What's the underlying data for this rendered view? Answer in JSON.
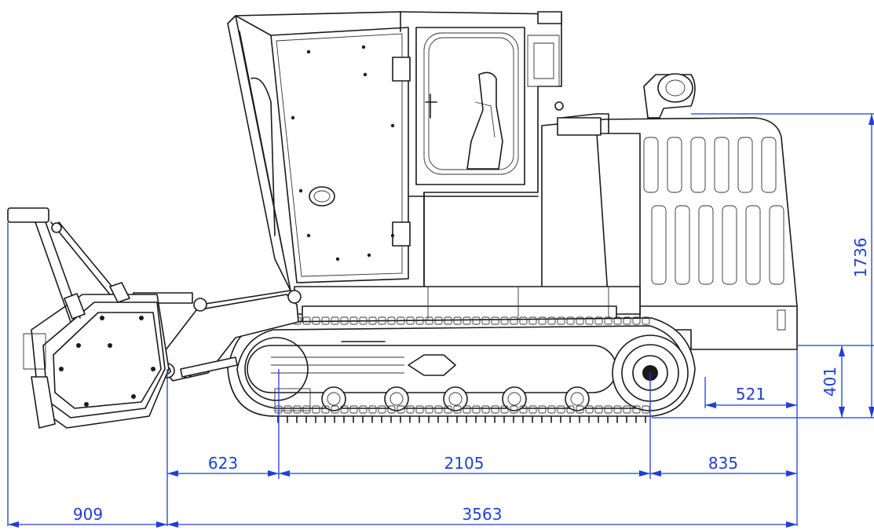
{
  "dimensions": {
    "bottom_left": "909",
    "bottom_overall": "3563",
    "mid_front": "623",
    "mid_wheelbase": "2105",
    "mid_rear": "835",
    "sprocket_offset": "521",
    "clearance_height": "401",
    "overall_height": "1736"
  },
  "colors": {
    "line": "#1a1a1a",
    "dimension": "#1f3fd6",
    "background": "#ffffff"
  }
}
